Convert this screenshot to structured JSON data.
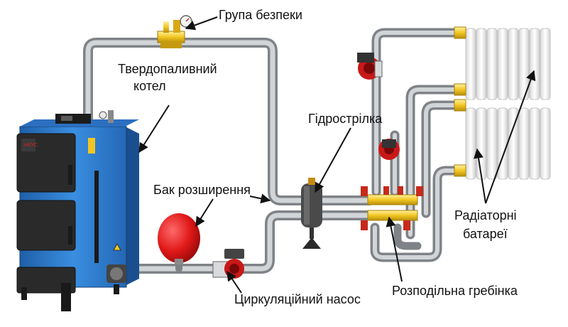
{
  "labels": {
    "safety_group": "Група безпеки",
    "boiler_line1": "Твердопаливний",
    "boiler_line2": "котел",
    "hydro_separator": "Гідрострілка",
    "expansion_tank": "Бак розширення",
    "radiators_line1": "Радіаторні",
    "radiators_line2": "батареї",
    "circulation_pump": "Циркуляційний насос",
    "manifold": "Розподільна гребінка",
    "brand_text": "НЕУС"
  },
  "colors": {
    "boiler_body": "#2e7fd0",
    "boiler_dark": "#2a2a2a",
    "pipe": "#a8acb0",
    "tank": "#e82020",
    "manifold": "#f2c623",
    "radiator": "#f1f1f1",
    "pump_red": "#c81818"
  }
}
